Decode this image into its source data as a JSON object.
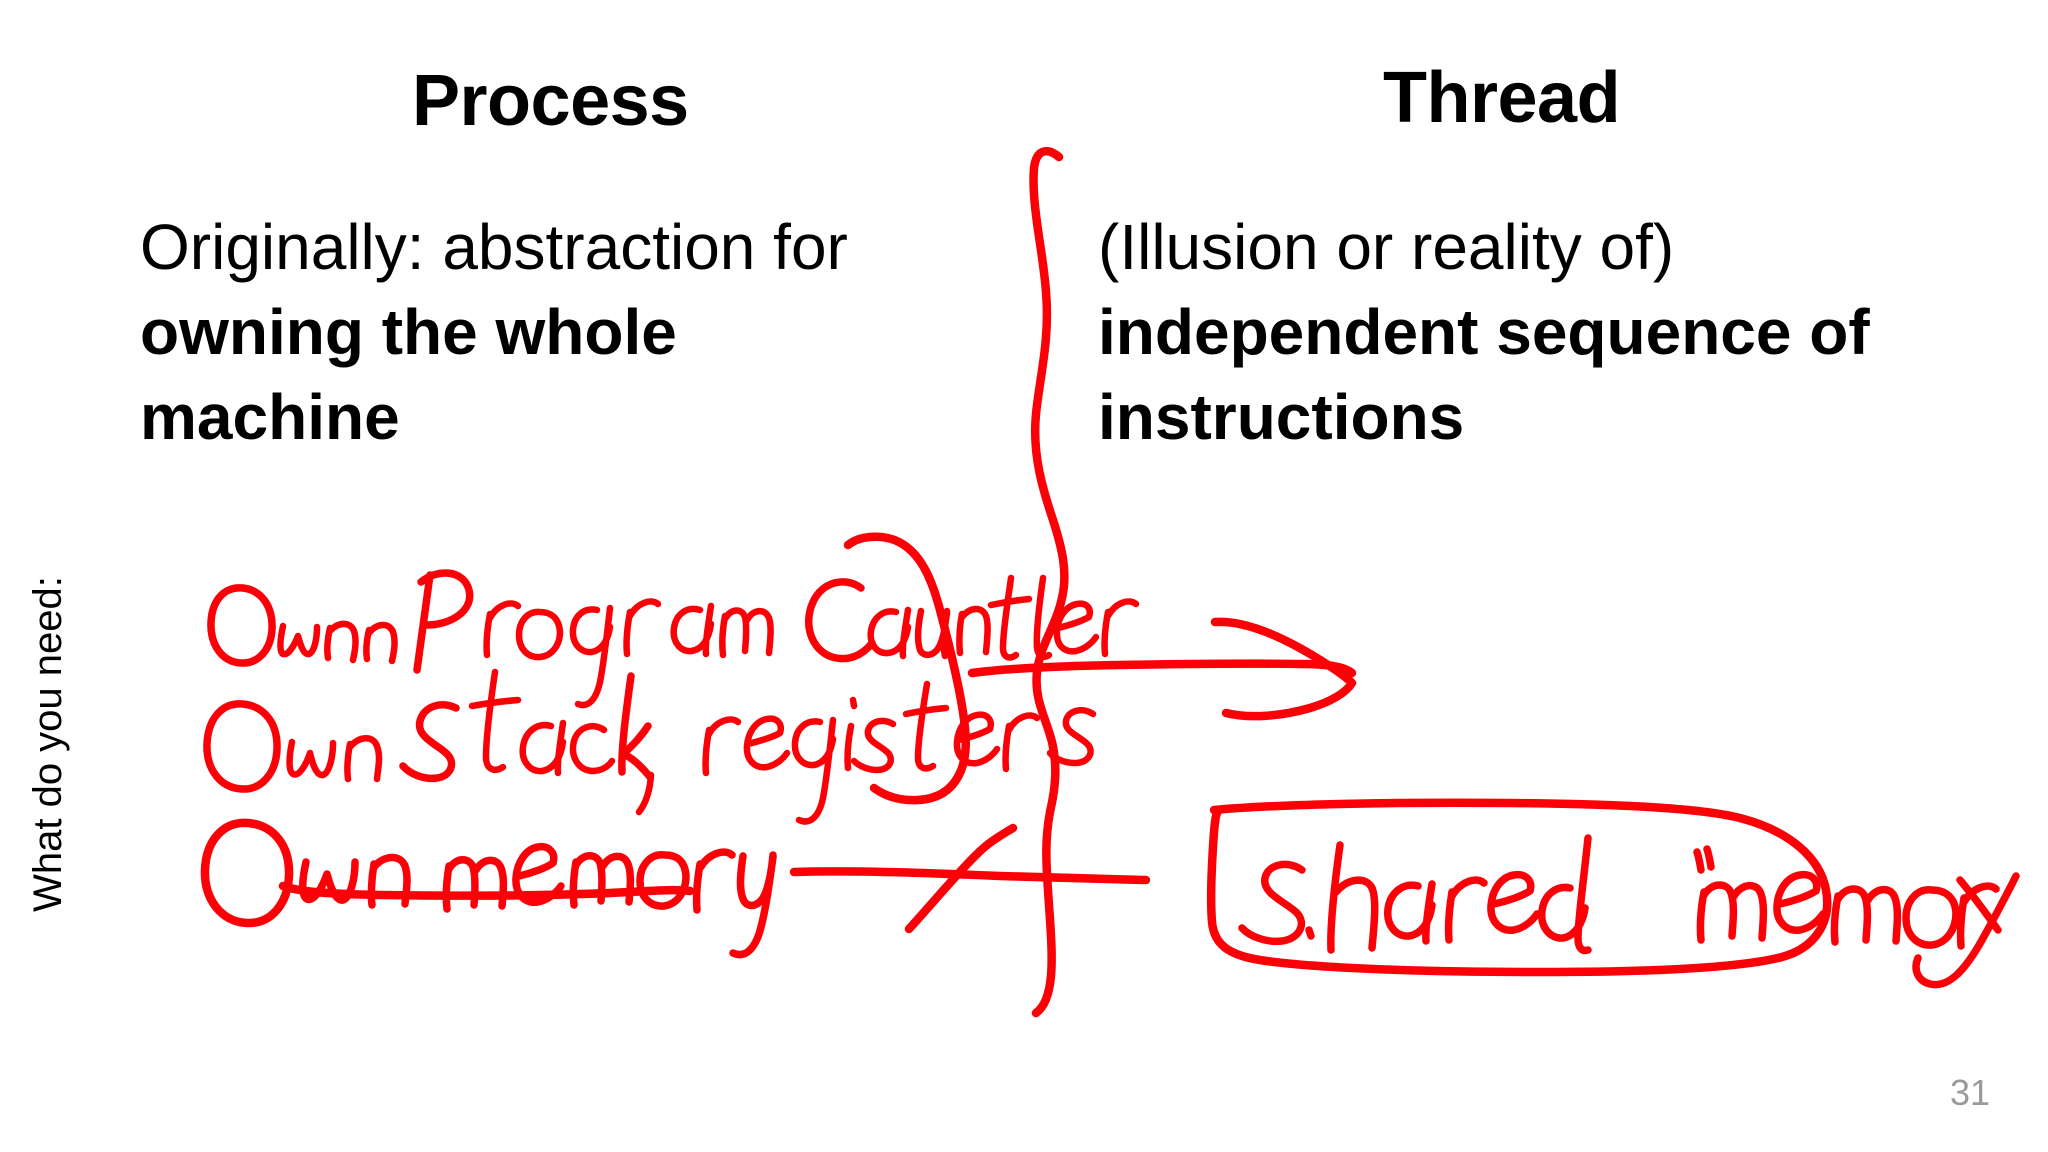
{
  "slide": {
    "number": "31",
    "side_label": "What do you need:",
    "background": "#ffffff",
    "ink_color": "#fb0007",
    "text_color": "#000000",
    "slide_number_color": "#9a9a9a"
  },
  "columns": {
    "left": {
      "heading": "Process",
      "body_plain_1": "Originally: abstraction",
      "body_plain_2": "for ",
      "body_bold": "owning the whole machine"
    },
    "right": {
      "heading": "Thread",
      "body_plain_1": "(Illusion or reality of)",
      "body_bold": "independent sequence of instructions"
    }
  },
  "annotations": {
    "process_needs": [
      "Own Program Counter",
      "Own Stack, registers",
      "Own memory"
    ],
    "thread_shares": "Shared memory",
    "marks": {
      "divider": "vertical-wavy-line",
      "brace": "right-curly-brace-grouping-process-needs",
      "arrow": "arrow-pointing-right-to-thread-column",
      "strikethrough": "own-memory-crossed-out",
      "underline": "own-memory-underlined",
      "box": "shared-memory-boxed"
    }
  }
}
